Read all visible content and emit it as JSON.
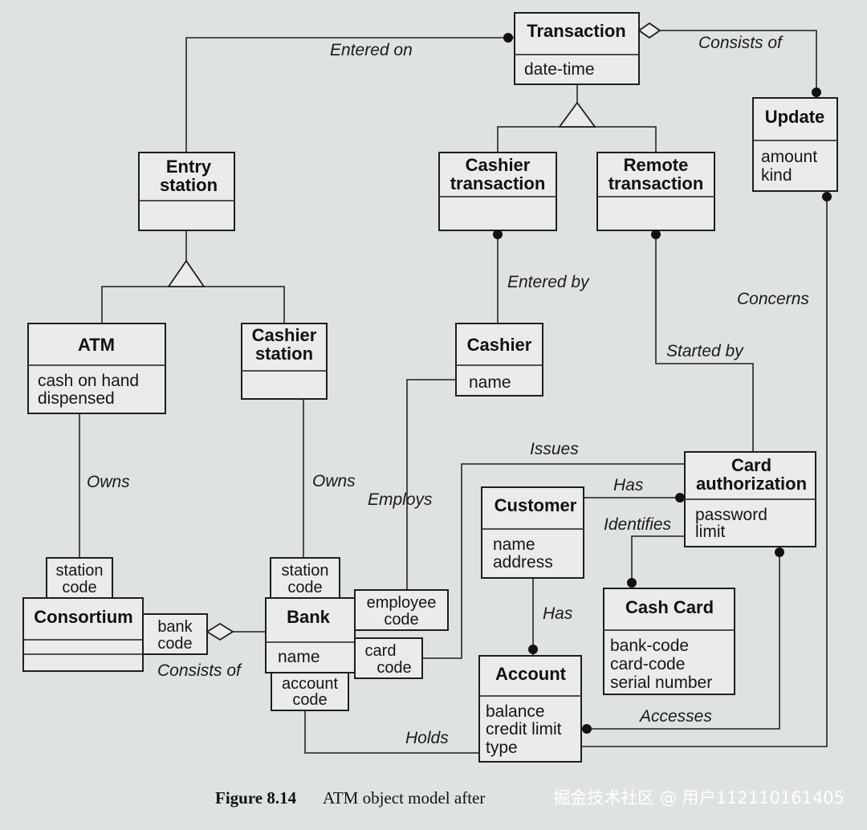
{
  "classes": {
    "transaction": {
      "name": "Transaction",
      "attrs": [
        "date-time"
      ]
    },
    "update": {
      "name": "Update",
      "attrs": [
        "amount",
        "kind"
      ]
    },
    "entry_station": {
      "name": [
        "Entry",
        "station"
      ]
    },
    "cashier_transaction": {
      "name": [
        "Cashier",
        "transaction"
      ]
    },
    "remote_transaction": {
      "name": [
        "Remote",
        "transaction"
      ]
    },
    "atm": {
      "name": "ATM",
      "attrs": [
        "cash on hand",
        "dispensed"
      ]
    },
    "cashier_station": {
      "name": [
        "Cashier",
        "station"
      ]
    },
    "cashier": {
      "name": "Cashier",
      "attrs": [
        "name"
      ]
    },
    "card_authorization": {
      "name": [
        "Card",
        "authorization"
      ],
      "attrs": [
        "password",
        "limit"
      ]
    },
    "customer": {
      "name": "Customer",
      "attrs": [
        "name",
        "address"
      ]
    },
    "consortium": {
      "name": "Consortium"
    },
    "bank": {
      "name": "Bank",
      "attrs": [
        "name"
      ]
    },
    "cash_card": {
      "name": "Cash Card",
      "attrs": [
        "bank-code",
        "card-code",
        "serial number"
      ]
    },
    "account": {
      "name": "Account",
      "attrs": [
        "balance",
        "credit limit",
        "type"
      ]
    }
  },
  "qualifiers": {
    "consortium_station_code": [
      "station",
      "code"
    ],
    "bank_station_code": [
      "station",
      "code"
    ],
    "consortium_bank_code": [
      "bank",
      "code"
    ],
    "bank_employee_code": [
      "employee",
      "code"
    ],
    "bank_card_code": [
      "card",
      "code"
    ],
    "bank_account_code": [
      "account",
      "code"
    ]
  },
  "associations": {
    "entered_on": "Entered on",
    "consists_of_top": "Consists of",
    "entered_by": "Entered by",
    "concerns": "Concerns",
    "started_by": "Started by",
    "owns_atm": "Owns",
    "owns_cashier": "Owns",
    "employs": "Employs",
    "issues": "Issues",
    "has_card": "Has",
    "identifies": "Identifies",
    "has_account": "Has",
    "consists_of_bottom": "Consists of",
    "holds": "Holds",
    "accesses": "Accesses"
  },
  "caption": {
    "label": "Figure 8.14",
    "text": "ATM object model after"
  },
  "watermark": "掘金技术社区 @ 用户112110161405"
}
